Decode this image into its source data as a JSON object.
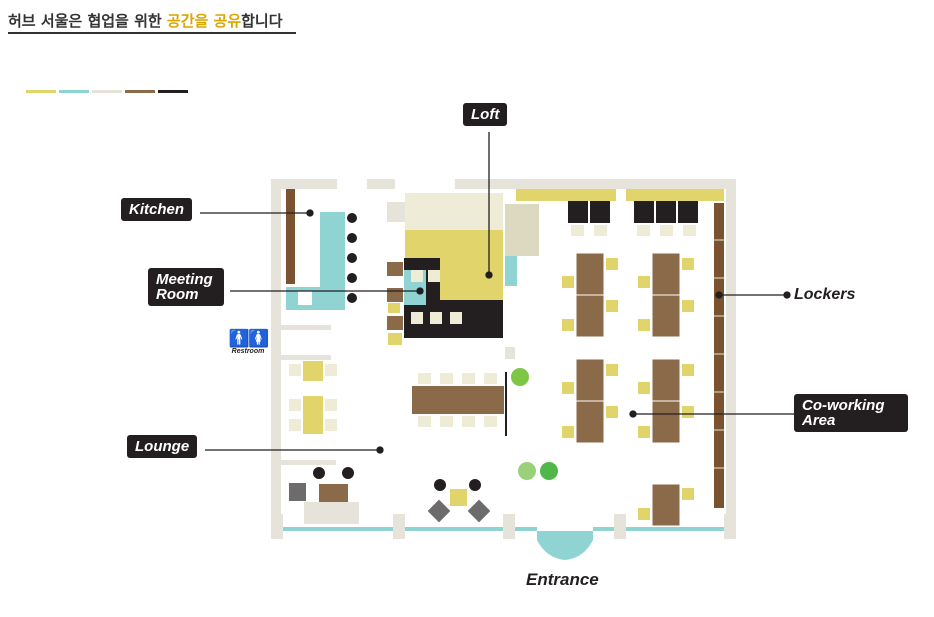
{
  "header": {
    "title_prefix": "허브 서울은 협업을 위한 ",
    "title_highlight": "공간을 공유",
    "title_suffix": "합니다"
  },
  "palette": [
    "#e0d46a",
    "#8fd3d3",
    "#e6e4da",
    "#8b6a4a",
    "#231f20"
  ],
  "labels": {
    "loft": "Loft",
    "kitchen": "Kitchen",
    "meeting_room": "Meeting Room",
    "lockers": "Lockers",
    "restroom": "Restroom",
    "coworking": "Co-working Area",
    "lounge": "Lounge",
    "entrance": "Entrance"
  },
  "icons": {
    "restroom": "restroom-people-icon"
  }
}
